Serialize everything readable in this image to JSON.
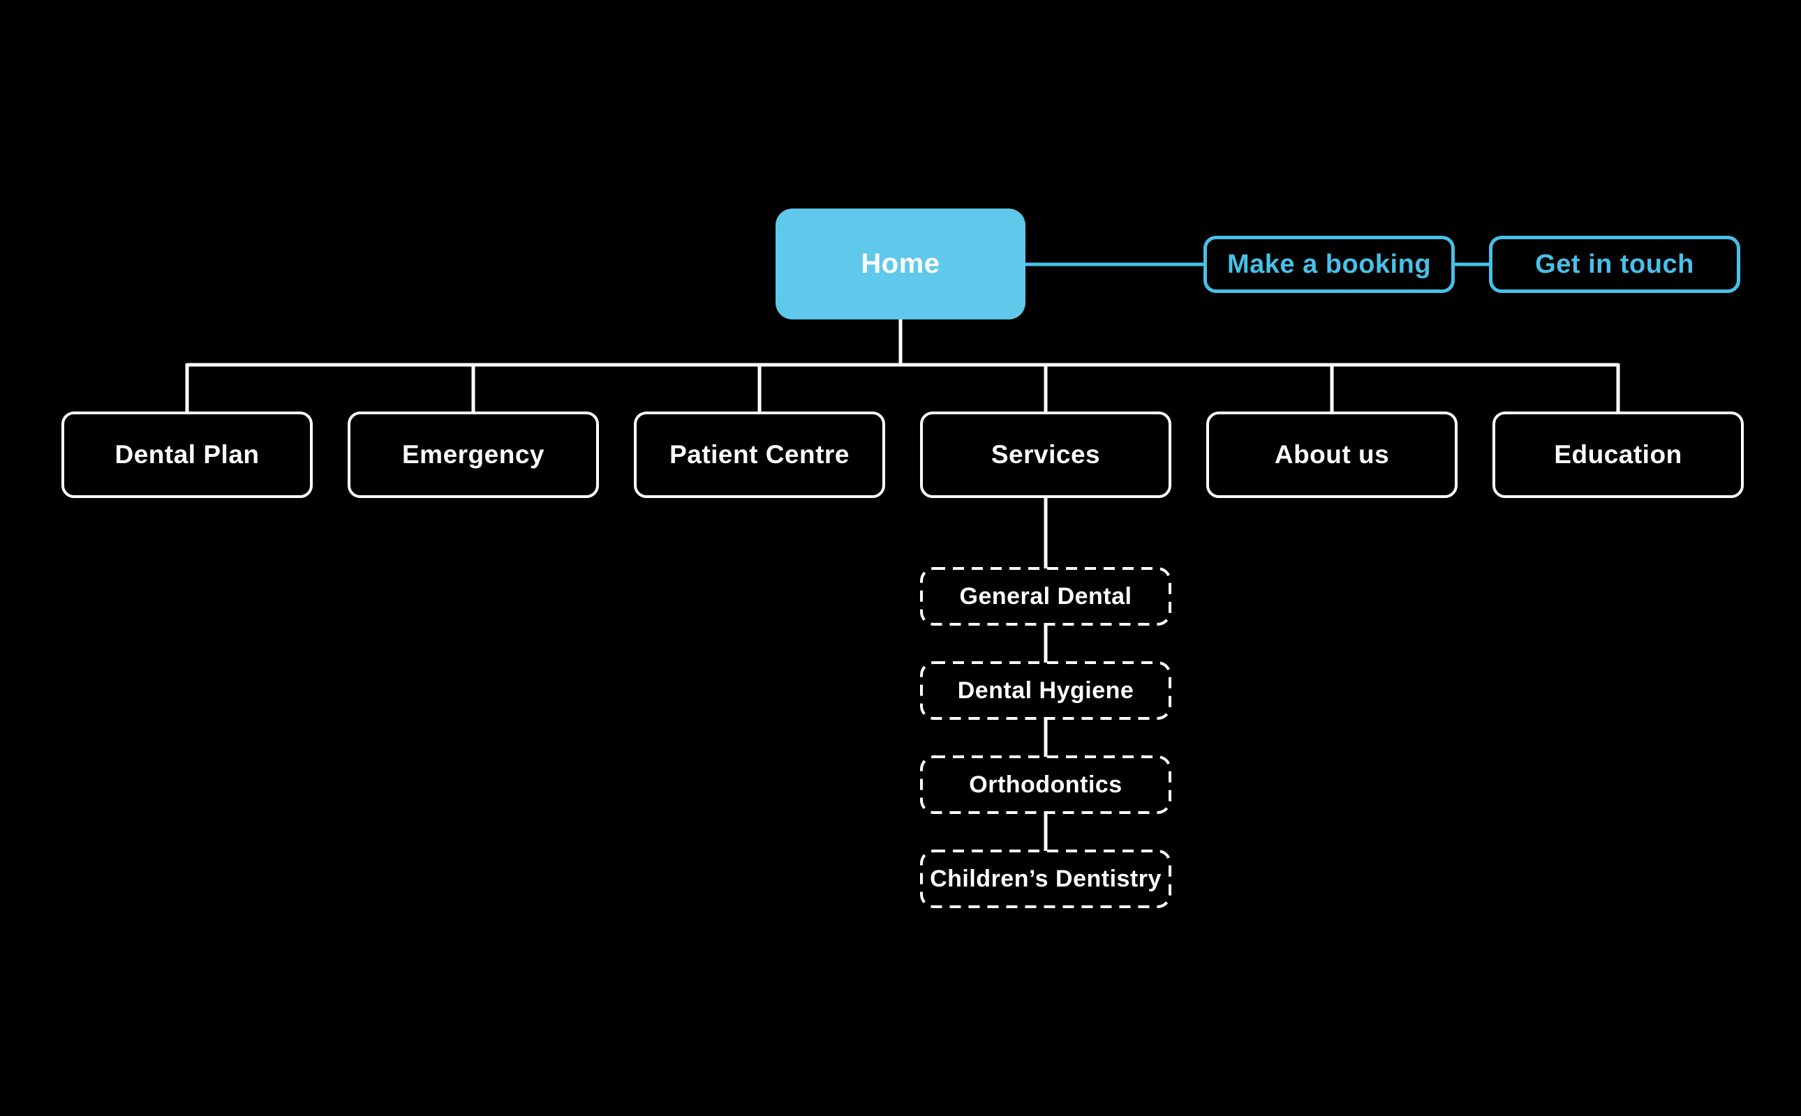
{
  "colors": {
    "background": "#000000",
    "root_fill": "#5FC8EB",
    "accent_blue": "#47C1E8",
    "line_and_text_white": "#FFFFFF"
  },
  "root": {
    "label": "Home"
  },
  "quick_links": [
    {
      "label": "Make a booking"
    },
    {
      "label": "Get in touch"
    }
  ],
  "pages": [
    {
      "label": "Dental Plan"
    },
    {
      "label": "Emergency"
    },
    {
      "label": "Patient Centre"
    },
    {
      "label": "Services"
    },
    {
      "label": "About us"
    },
    {
      "label": "Education"
    }
  ],
  "services_children": [
    {
      "label": "General Dental"
    },
    {
      "label": "Dental Hygiene"
    },
    {
      "label": "Orthodontics"
    },
    {
      "label": "Children’s Dentistry"
    }
  ]
}
